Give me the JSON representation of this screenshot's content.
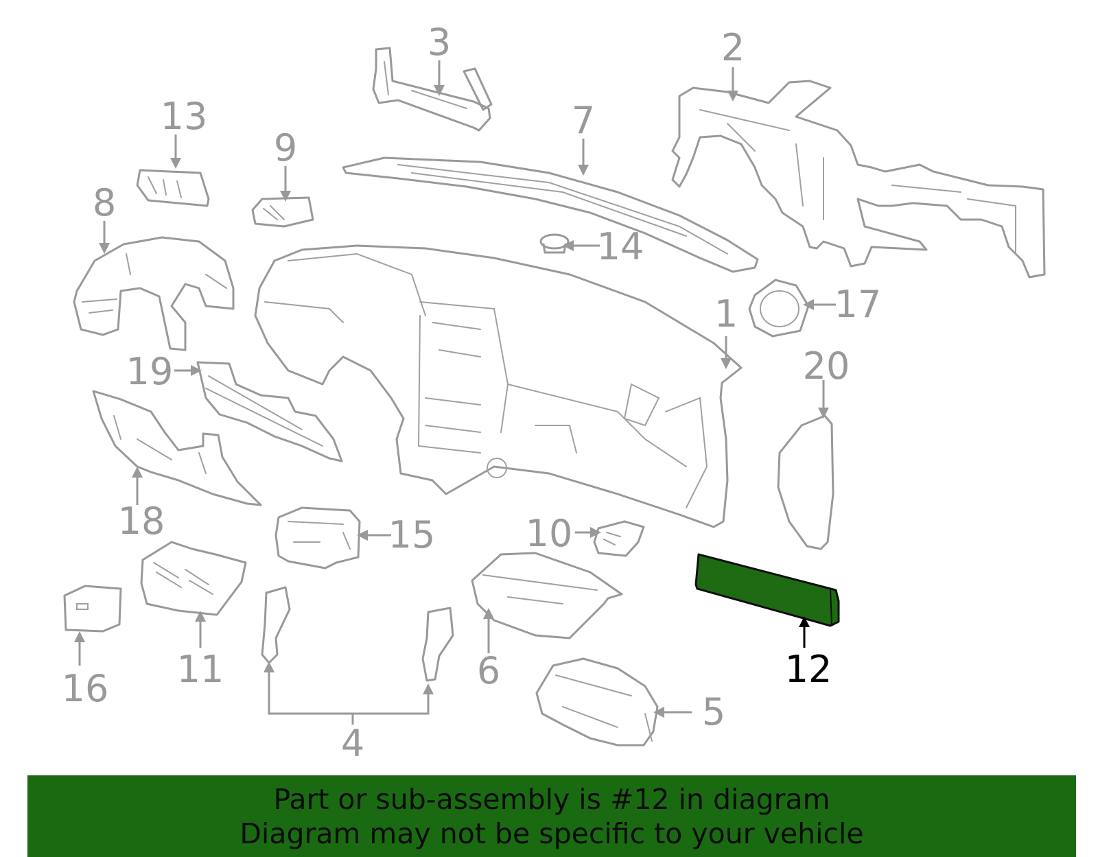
{
  "callouts": {
    "c1": "1",
    "c2": "2",
    "c3": "3",
    "c4": "4",
    "c5": "5",
    "c6": "6",
    "c7": "7",
    "c8": "8",
    "c9": "9",
    "c10": "10",
    "c11": "11",
    "c12": "12",
    "c13": "13",
    "c14": "14",
    "c15": "15",
    "c16": "16",
    "c17": "17",
    "c18": "18",
    "c19": "19",
    "c20": "20"
  },
  "highlighted_part": "12",
  "colors": {
    "highlight_fill": "#1f6b14",
    "banner_background": "#1a6a12",
    "outline_gray": "#999999",
    "highlight_label": "#000000"
  },
  "banner": {
    "line1": "Part or sub-assembly is #12 in diagram",
    "line2": "Diagram may not be specific to your vehicle"
  }
}
